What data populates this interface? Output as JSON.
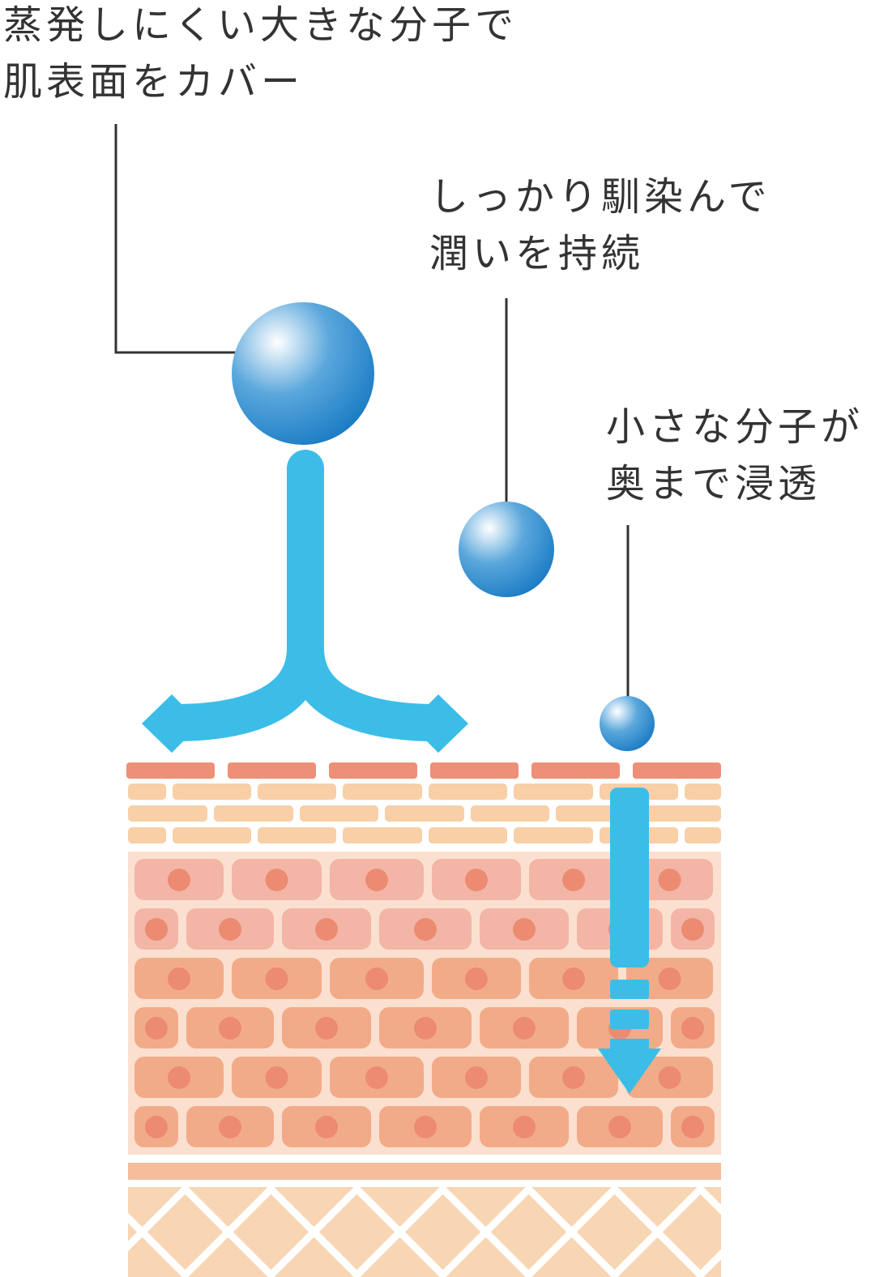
{
  "labels": {
    "large": {
      "line1": "蒸発しにくい大きな分子で",
      "line2": "肌表面をカバー"
    },
    "medium": {
      "line1": "しっかり馴染んで",
      "line2": "潤いを持続"
    },
    "small": {
      "line1": "小さな分子が",
      "line2": "奥まで浸透"
    }
  },
  "colors": {
    "text": "#333333",
    "leader_line": "#333333",
    "arrow": "#3bbde8",
    "molecule_light": "#ffffff",
    "molecule_mid": "#5aa7dc",
    "molecule_dark": "#1578c2",
    "stratum_corneum": "#ee8f77",
    "granular_layer": "#f8cfa6",
    "spinous_upper": "#f3b5a6",
    "spinous_lower": "#f2ab88",
    "cell_nucleus": "#ec8b72",
    "cell_background": "#fbe0d0",
    "basement_membrane": "#f5bd9c",
    "dermis": "#f8d5b3"
  },
  "molecules": [
    "large-molecule",
    "medium-molecule",
    "small-molecule"
  ]
}
